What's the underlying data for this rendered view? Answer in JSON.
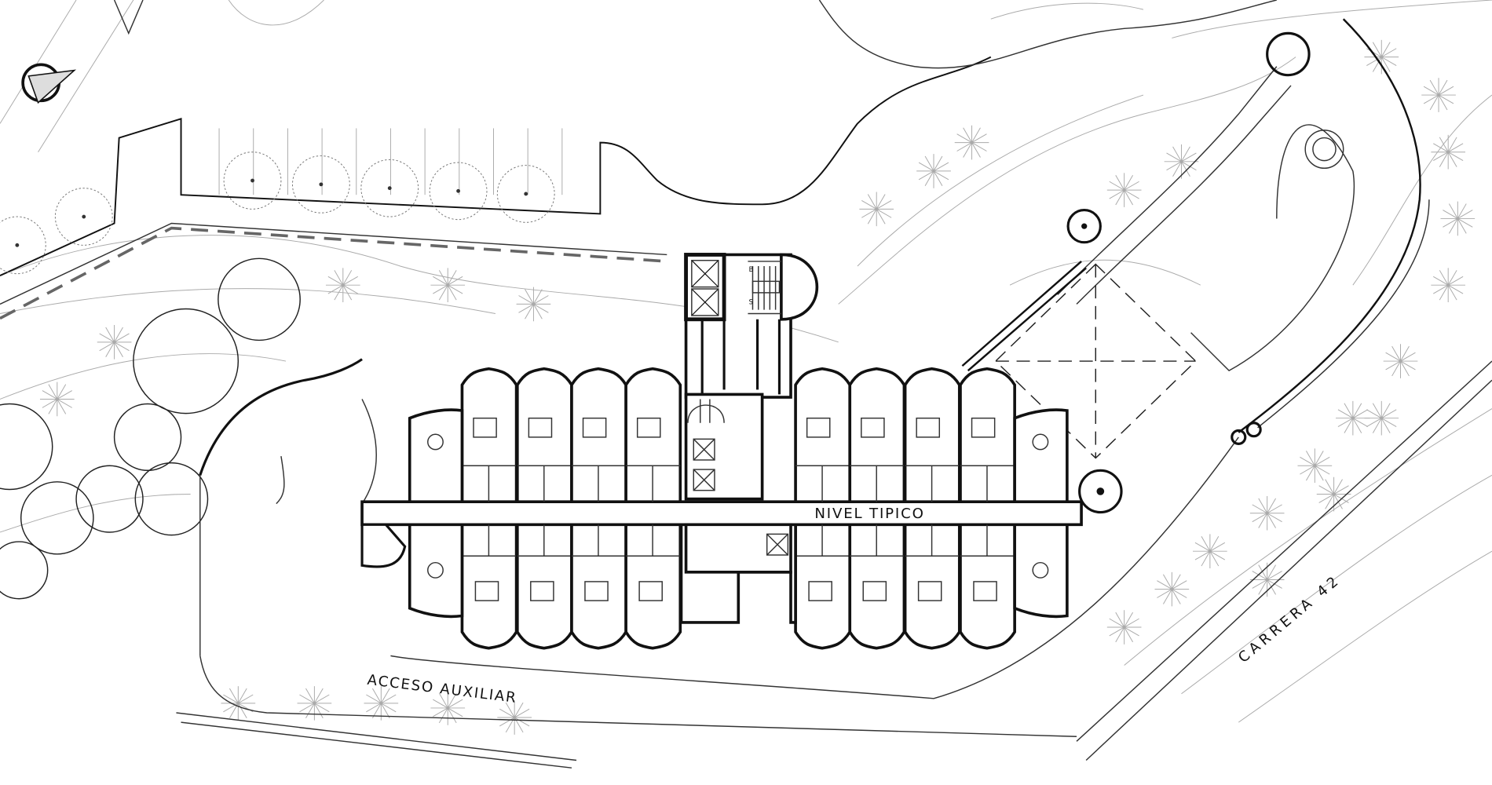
{
  "drawing": {
    "level_label": "NIVEL TIPICO",
    "access_label": "ACCESO AUXILIAR",
    "street_label": "CARRERA 42",
    "stair_up_label": "S",
    "stair_down_label": "B"
  },
  "icons": {
    "north_arrow": "north-arrow-icon"
  },
  "colors": {
    "line": "#111111",
    "landscape": "#aaaaaa",
    "background": "#ffffff"
  }
}
